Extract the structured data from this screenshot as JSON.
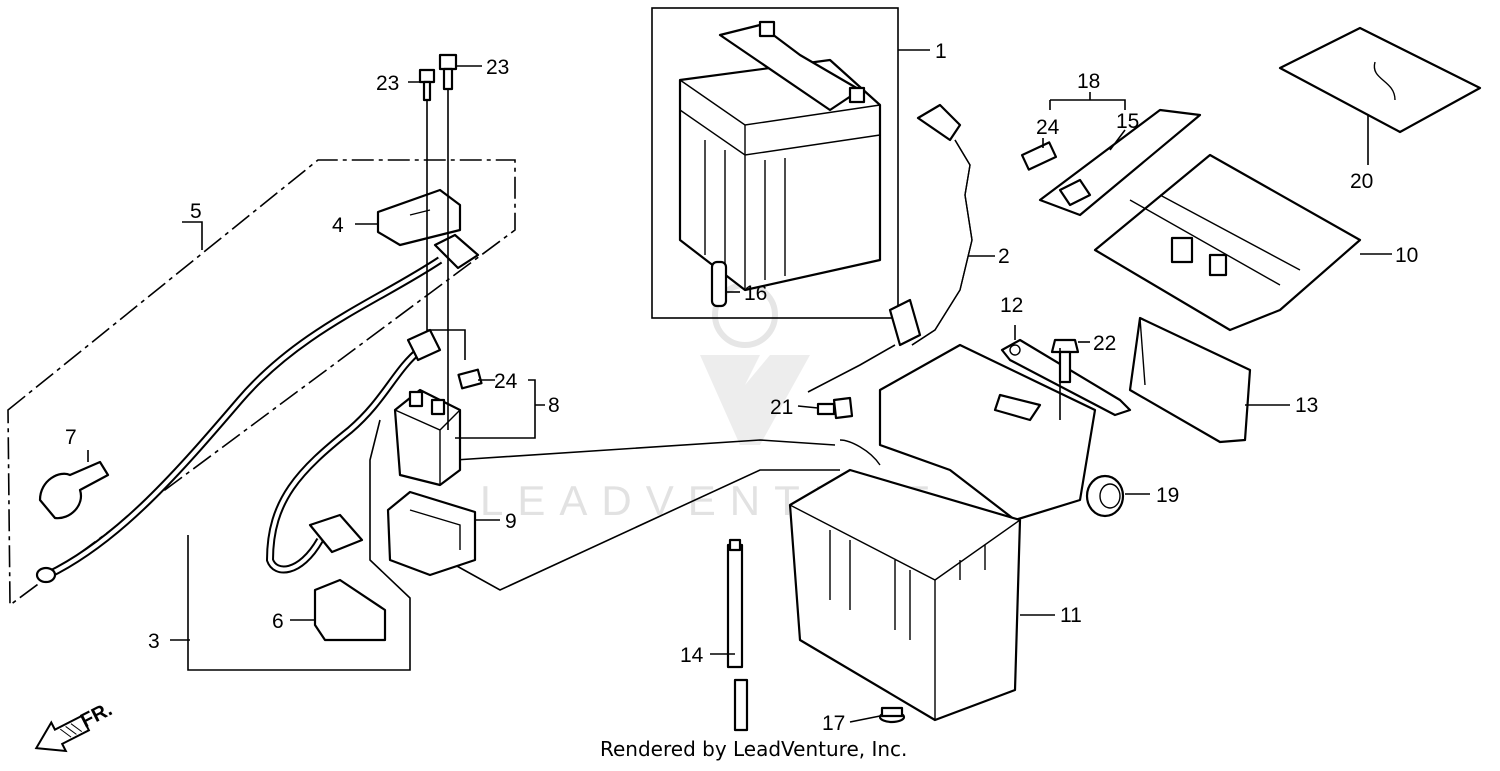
{
  "diagram": {
    "callouts": [
      "1",
      "2",
      "3",
      "4",
      "5",
      "6",
      "7",
      "8",
      "9",
      "10",
      "11",
      "12",
      "13",
      "14",
      "15",
      "16",
      "17",
      "18",
      "19",
      "20",
      "21",
      "22",
      "23",
      "23",
      "24",
      "24"
    ],
    "direction_label": "FR.",
    "footer": "Rendered by LeadVenture, Inc.",
    "watermark": "LEADVENTURE"
  }
}
